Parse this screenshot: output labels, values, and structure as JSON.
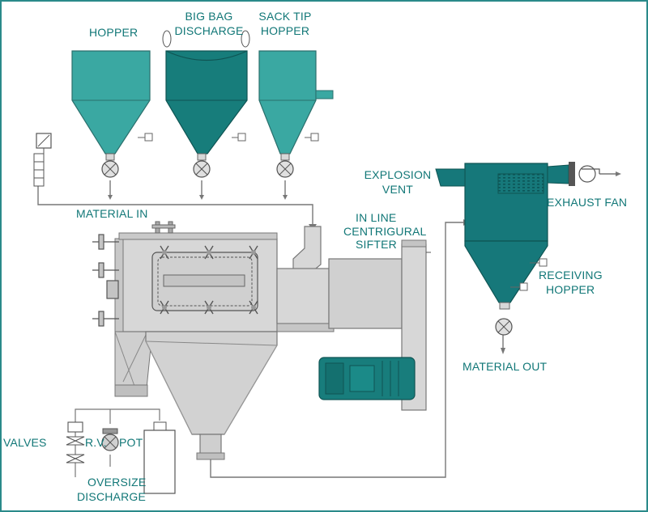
{
  "labels": {
    "hopper": "HOPPER",
    "big_bag_1": "BIG BAG",
    "big_bag_2": "DISCHARGE",
    "sack_tip_1": "SACK TIP",
    "sack_tip_2": "HOPPER",
    "material_in": "MATERIAL IN",
    "in_line_1": "IN LINE",
    "in_line_2": "CENTRIGURAL",
    "in_line_3": "SIFTER",
    "explosion_1": "EXPLOSION",
    "explosion_2": "VENT",
    "exhaust_fan": "EXHAUST FAN",
    "receiving_1": "RECEIVING",
    "receiving_2": "HOPPER",
    "material_out": "MATERIAL OUT",
    "valves": "VALVES",
    "rv": "R.V.",
    "pot": "POT",
    "oversize_1": "OVERSIZE",
    "oversize_2": "DISCHARGE"
  },
  "colors": {
    "hopper_teal": "#3aa8a2",
    "bag_teal": "#177d7b",
    "cyclone_teal": "#16787a",
    "machine_grey": "#d4d4d4",
    "label_text": "#117777"
  }
}
